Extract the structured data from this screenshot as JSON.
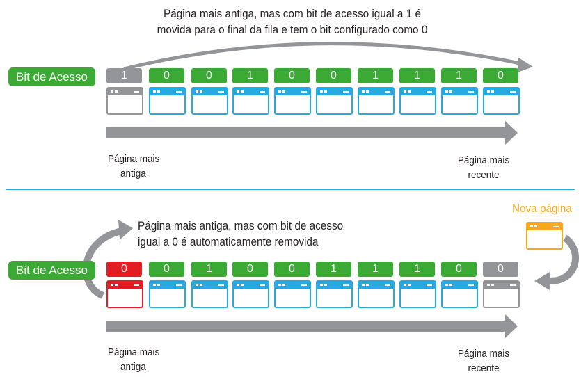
{
  "top": {
    "caption_line1": "Página mais antiga, mas com bit de acesso igual a 1 é",
    "caption_line2": "movida para o final da fila e tem o bit configurado como 0",
    "bit_label": "Bit de Acesso",
    "bits": [
      "1",
      "0",
      "0",
      "1",
      "0",
      "0",
      "1",
      "1",
      "1",
      "0"
    ],
    "oldest_line1": "Página mais",
    "oldest_line2": "antiga",
    "newest_line1": "Página mais",
    "newest_line2": "recente"
  },
  "bottom": {
    "caption_line1": "Página mais antiga, mas com bit de acesso",
    "caption_line2": "igual a 0 é automaticamente removida",
    "bit_label": "Bit de Acesso",
    "bits": [
      "0",
      "0",
      "1",
      "0",
      "0",
      "1",
      "1",
      "1",
      "0",
      "0"
    ],
    "new_page_label": "Nova página",
    "oldest_line1": "Página mais",
    "oldest_line2": "antiga",
    "newest_line1": "Página mais",
    "newest_line2": "recente"
  },
  "colors": {
    "green": "#3aaa35",
    "blue": "#27aae1",
    "gray": "#939598",
    "red": "#e21d24",
    "orange": "#f7a823"
  },
  "icons": [
    "browser-page-icon"
  ]
}
